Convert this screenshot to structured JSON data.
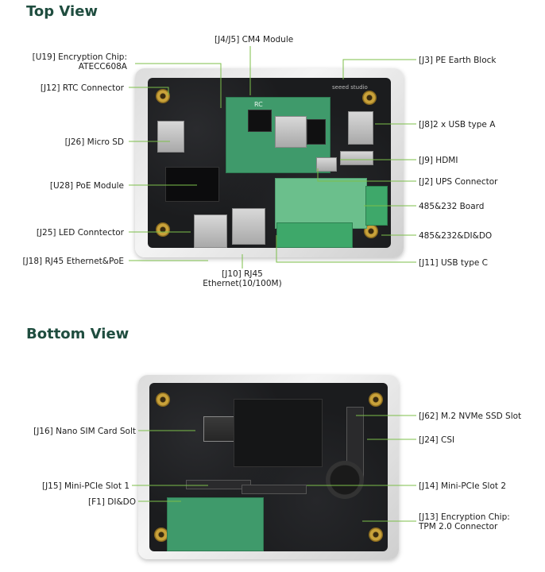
{
  "top_view": {
    "title": "Top View",
    "labels": {
      "u19_line1": "[U19] Encryption Chip:",
      "u19_line2": "ATECC608A",
      "j4j5": "[J4/J5] CM4 Module",
      "j12": "[J12] RTC Connector",
      "j26": "[J26] Micro SD",
      "u28": "[U28] PoE Module",
      "j25": "[J25] LED Conntector",
      "j18": "[J18] RJ45 Ethernet&PoE",
      "j10_line1": "[J10] RJ45",
      "j10_line2": "Ethernet(10/100M)",
      "j3": "[J3] PE Earth Block",
      "j8": "[J8]2 x USB type A",
      "j9": "[J9] HDMI",
      "j2": "[J2] UPS Connector",
      "board485": "485&232 Board",
      "board485di": "485&232&DI&DO",
      "j11": "[J11] USB type C"
    },
    "board_text": {
      "brand": "seeed studio",
      "cm4_marking": "RC"
    }
  },
  "bottom_view": {
    "title": "Bottom View",
    "labels": {
      "j16": "[J16] Nano SIM Card Solt",
      "j15": "[J15] Mini-PCIe Slot 1",
      "f1": "[F1] DI&DO",
      "j62": "[J62] M.2 NVMe SSD Slot",
      "j24": "[J24] CSI",
      "j14": "[J14] Mini-PCIe Slot 2",
      "j13_line1": "[J13] Encryption Chip:",
      "j13_line2": "TPM 2.0 Connector"
    }
  },
  "colors": {
    "title": "#1f4d3f",
    "leader": "#7cbf4a",
    "pcb": "#1b1c1e",
    "green_board": "#3f9a6b"
  }
}
